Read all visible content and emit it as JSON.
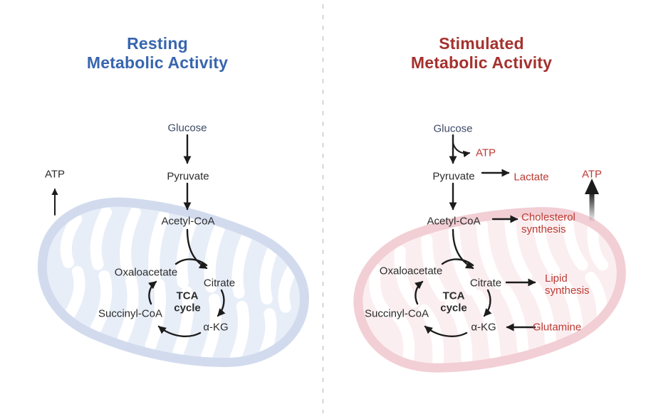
{
  "titles": {
    "left": {
      "line1": "Resting",
      "line2": "Metabolic Activity"
    },
    "right": {
      "line1": "Stimulated",
      "line2": "Metabolic Activity"
    }
  },
  "left_panel": {
    "atp_output": "ATP",
    "glucose": "Glucose",
    "pyruvate": "Pyruvate",
    "acetyl_coa": "Acetyl-CoA",
    "oxaloacetate": "Oxaloacetate",
    "citrate": "Citrate",
    "tca_line1": "TCA",
    "tca_line2": "cycle",
    "succinyl_coa": "Succinyl-CoA",
    "alpha_kg": "α-KG"
  },
  "right_panel": {
    "glucose": "Glucose",
    "atp_glycolysis": "ATP",
    "pyruvate": "Pyruvate",
    "lactate": "Lactate",
    "acetyl_coa": "Acetyl-CoA",
    "cholesterol_line1": "Cholesterol",
    "cholesterol_line2": "synthesis",
    "oxaloacetate": "Oxaloacetate",
    "citrate": "Citrate",
    "tca_line1": "TCA",
    "tca_line2": "cycle",
    "succinyl_coa": "Succinyl-CoA",
    "alpha_kg": "α-KG",
    "lipid_line1": "Lipid",
    "lipid_line2": "synthesis",
    "glutamine": "Glutamine",
    "atp_output": "ATP"
  },
  "colors": {
    "title_blue": "#3866ae",
    "title_red": "#a5312d",
    "label_red": "#bb3a32",
    "label_navy": "#3d4a66",
    "label_dark": "#2b2b2b",
    "arrow_black": "#1c1c1c",
    "mito_left_band": "#d2dbee",
    "mito_left_fill": "#e8eef8",
    "mito_right_band": "#f2cfd5",
    "mito_right_fill": "#fbeef0",
    "cristae_white": "#ffffff",
    "divider_gray": "#cbcbcb"
  }
}
